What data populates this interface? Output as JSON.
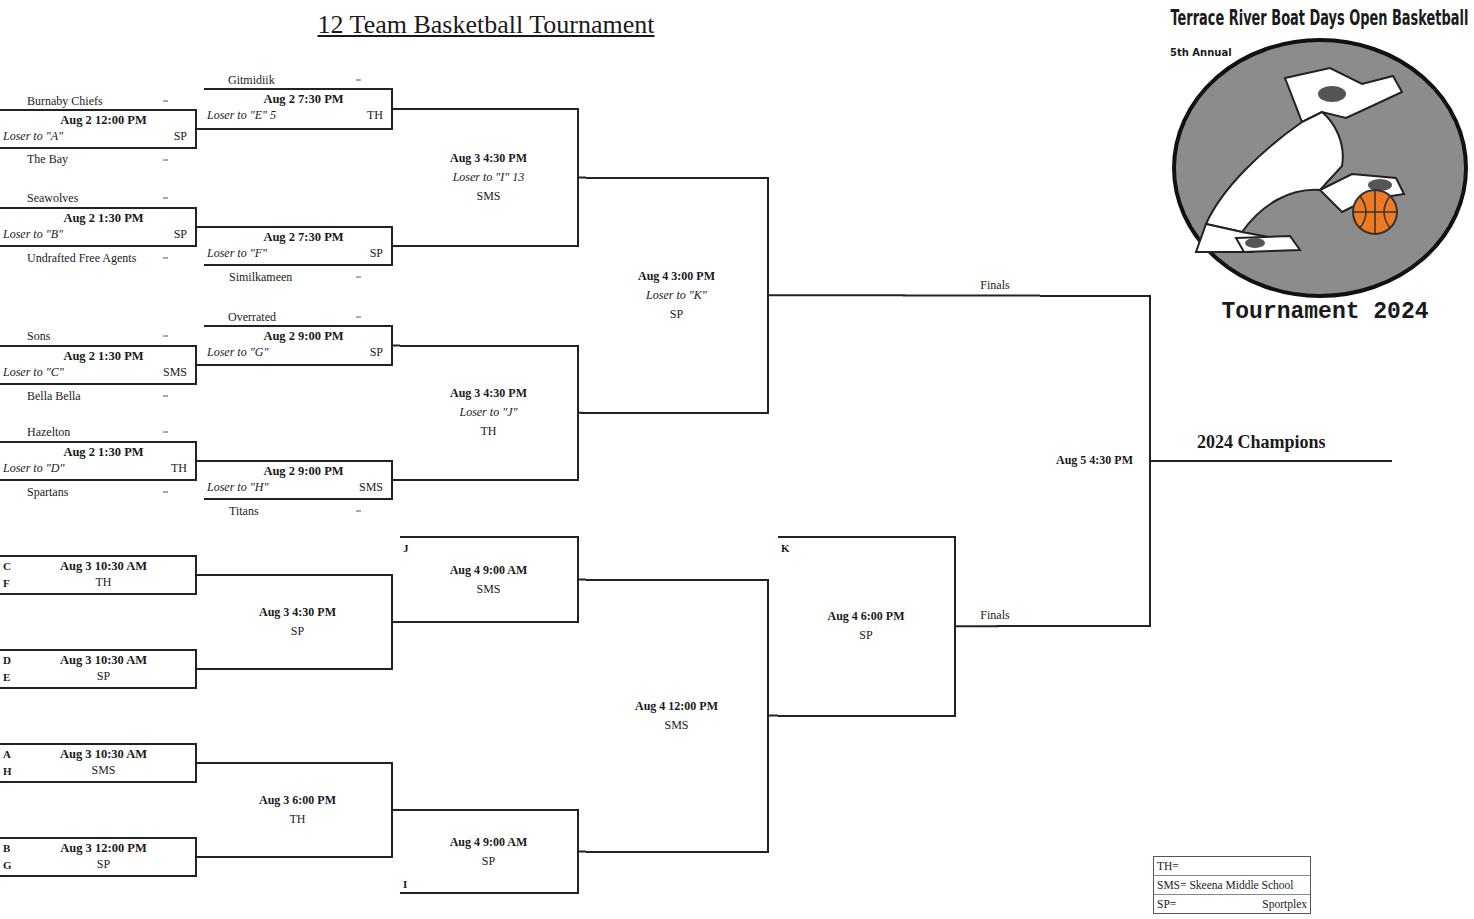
{
  "diagram": {
    "title": "12 Team Basketball Tournament",
    "nodes": [
      {
        "text": [
          "Aug 2 12:00 PM",
          "Loser to \"A\"",
          "SP"
        ]
      },
      {
        "text": [
          "Aug 2 7:30 PM",
          "Loser to \"E\" 5",
          "TH"
        ]
      },
      {
        "text": [
          "Aug 2 1:30 PM",
          "Loser to \"B\"",
          "SP"
        ]
      },
      {
        "text": [
          "Aug 2 7:30 PM",
          "Loser to \"F\"",
          "SP"
        ]
      },
      {
        "text": [
          "Aug 3 4:30 PM",
          "Loser to \"I\" 13",
          "SMS"
        ]
      },
      {
        "text": [
          "Aug 2 1:30 PM",
          "Loser to \"C\"",
          "SMS"
        ]
      },
      {
        "text": [
          "Aug 2 9:00 PM",
          "Loser to \"G\"",
          "SP"
        ]
      },
      {
        "text": [
          "Aug 2 1:30 PM",
          "Loser to \"D\"",
          "TH"
        ]
      },
      {
        "text": [
          "Aug 2 9:00 PM",
          "Loser to \"H\"",
          "SMS"
        ]
      },
      {
        "text": [
          "Aug 3 4:30 PM",
          "Loser to \"J\"",
          "TH"
        ]
      },
      {
        "text": [
          "Aug 4 3:00 PM",
          "Loser to \"K\"",
          "SP"
        ]
      },
      {
        "text": [
          "Aug 3 10:30 AM",
          "TH"
        ]
      },
      {
        "text": [
          "Aug 3 10:30 AM",
          "SP"
        ]
      },
      {
        "text": [
          "Aug 3 4:30 PM",
          "SP"
        ]
      },
      {
        "text": [
          "Aug 4 9:00 AM",
          "SMS"
        ]
      },
      {
        "text": [
          "Aug 3 10:30 AM",
          "SMS"
        ]
      },
      {
        "text": [
          "Aug 3 12:00 PM",
          "SP"
        ]
      },
      {
        "text": [
          "Aug 3 6:00 PM",
          "TH"
        ]
      },
      {
        "text": [
          "Aug 4 9:00 AM",
          "SP"
        ]
      },
      {
        "text": [
          "Aug 4 12:00 PM",
          "SMS"
        ]
      },
      {
        "text": [
          "Aug 4 6:00 PM",
          "SP"
        ]
      },
      {
        "text": [
          "Aug 5 4:30 PM"
        ]
      }
    ],
    "edges": [
      {
        "from": 0,
        "to": 1,
        "arrow": "none"
      },
      {
        "from": 2,
        "to": 3,
        "arrow": "none"
      },
      {
        "from": 1,
        "to": 4,
        "arrow": "none"
      },
      {
        "from": 3,
        "to": 4,
        "arrow": "none"
      },
      {
        "from": 5,
        "to": 6,
        "arrow": "none"
      },
      {
        "from": 7,
        "to": 8,
        "arrow": "none"
      },
      {
        "from": 6,
        "to": 9,
        "arrow": "none"
      },
      {
        "from": 8,
        "to": 9,
        "arrow": "none"
      },
      {
        "from": 4,
        "to": 10,
        "arrow": "none"
      },
      {
        "from": 9,
        "to": 10,
        "arrow": "none"
      },
      {
        "from": 10,
        "to": 21,
        "label": "Finals",
        "arrow": "none"
      },
      {
        "from": 11,
        "to": 13,
        "arrow": "none"
      },
      {
        "from": 12,
        "to": 13,
        "arrow": "none"
      },
      {
        "from": 13,
        "to": 14,
        "arrow": "none"
      },
      {
        "from": 15,
        "to": 17,
        "arrow": "none"
      },
      {
        "from": 16,
        "to": 17,
        "arrow": "none"
      },
      {
        "from": 17,
        "to": 18,
        "arrow": "none"
      },
      {
        "from": 14,
        "to": 19,
        "arrow": "none"
      },
      {
        "from": 18,
        "to": 19,
        "arrow": "none"
      },
      {
        "from": 19,
        "to": 20,
        "arrow": "none"
      },
      {
        "from": 20,
        "to": 21,
        "label": "Finals",
        "arrow": "none"
      }
    ],
    "labels": [
      "Terrace River Boat Days Open Basketball",
      "5th Annual",
      "Tournament 2024",
      "Gitmidiik",
      "Burnaby Chiefs",
      "The Bay",
      "Seawolves",
      "Undrafted Free Agents",
      "Similkameen",
      "Overrated",
      "Sons",
      "Bella Bella",
      "Hazelton",
      "Spartans",
      "Titans",
      "C",
      "F",
      "D",
      "E",
      "A",
      "H",
      "B",
      "G",
      "J",
      "K",
      "I",
      "2024 Champions",
      "TH=",
      "SMS= Skeena Middle School",
      "SP=",
      "Sportplex"
    ]
  }
}
